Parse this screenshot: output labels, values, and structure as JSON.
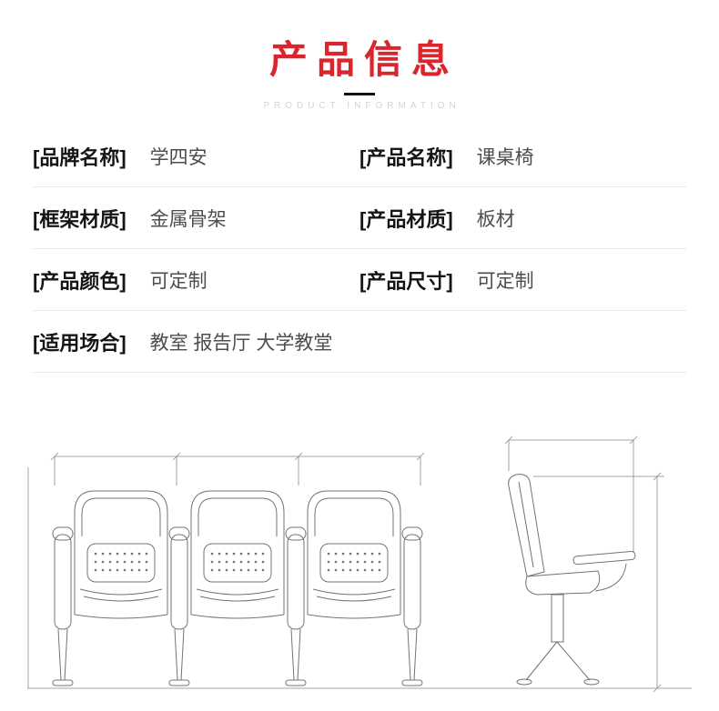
{
  "header": {
    "title": "产品信息",
    "subtitle": "PRODUCT INFORMATION"
  },
  "specs": {
    "rows": [
      {
        "cells": [
          {
            "label": "[品牌名称]",
            "value": "学四安"
          },
          {
            "label": "[产品名称]",
            "value": "课桌椅"
          }
        ]
      },
      {
        "cells": [
          {
            "label": "[框架材质]",
            "value": "金属骨架"
          },
          {
            "label": "[产品材质]",
            "value": "板材"
          }
        ]
      },
      {
        "cells": [
          {
            "label": "[产品颜色]",
            "value": "可定制"
          },
          {
            "label": "[产品尺寸]",
            "value": "可定制"
          }
        ]
      },
      {
        "cells": [
          {
            "label": "[适用场合]",
            "value": "教室 报告厅 大学教堂"
          }
        ]
      }
    ]
  },
  "diagram": {
    "description": "seat technical line drawing"
  },
  "colors": {
    "accent": "#d9252d",
    "divider": "#e9e9e9",
    "drawing_line": "#737373"
  }
}
